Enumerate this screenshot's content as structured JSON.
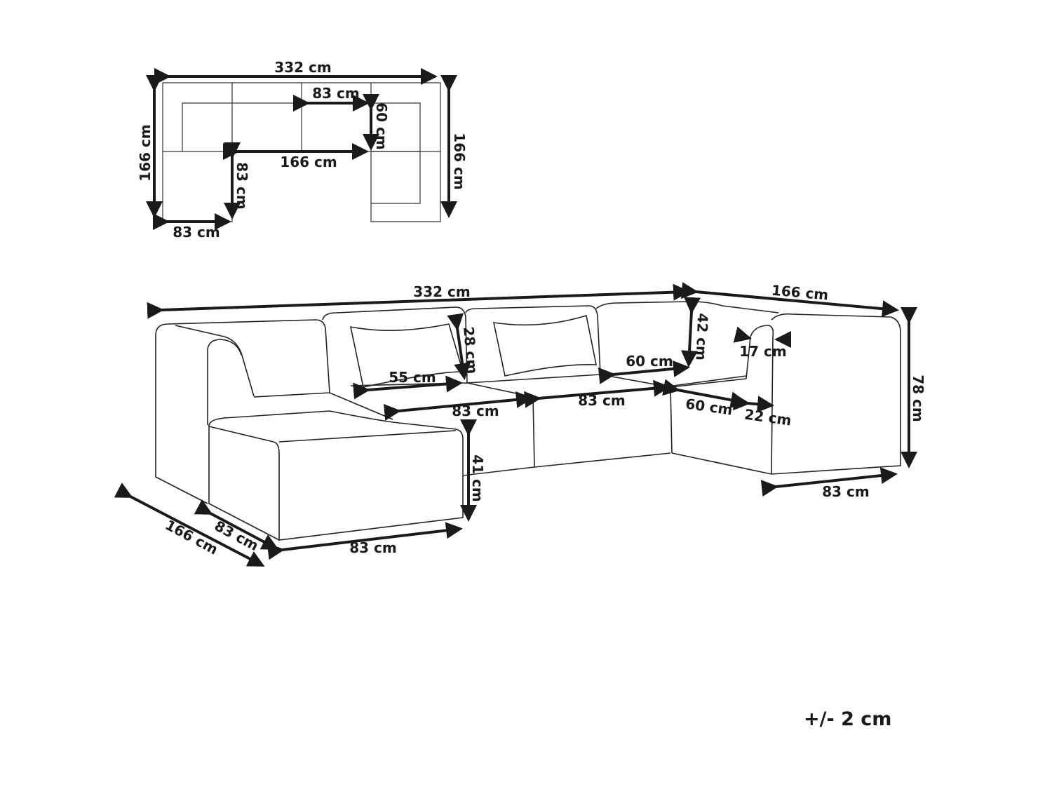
{
  "title": "U-shaped modular sofa dimension drawing",
  "top_view": {
    "total_width": "332 cm",
    "left_depth": "166 cm",
    "right_depth": "166 cm",
    "inner_seat_width": "83 cm",
    "inner_seat_depth": "60 cm",
    "inner_opening": "166 cm",
    "chaise_depth": "83 cm",
    "chaise_width": "83 cm"
  },
  "perspective_view": {
    "total_width": "332 cm",
    "right_depth": "166 cm",
    "cushion_height": "28 cm",
    "cushion_width": "55 cm",
    "module_width_1": "83 cm",
    "module_width_2": "83 cm",
    "backrest_height": "42 cm",
    "corner_seat_width": "60 cm",
    "corner_seat_depth": "60 cm",
    "armrest_width": "17 cm",
    "armrest_depth": "22 cm",
    "total_height": "78 cm",
    "right_module_width": "83 cm",
    "seat_height": "41 cm",
    "chaise_front_width": "83 cm",
    "chaise_side": "83 cm",
    "left_depth": "166 cm"
  },
  "tolerance": "+/- 2 cm"
}
